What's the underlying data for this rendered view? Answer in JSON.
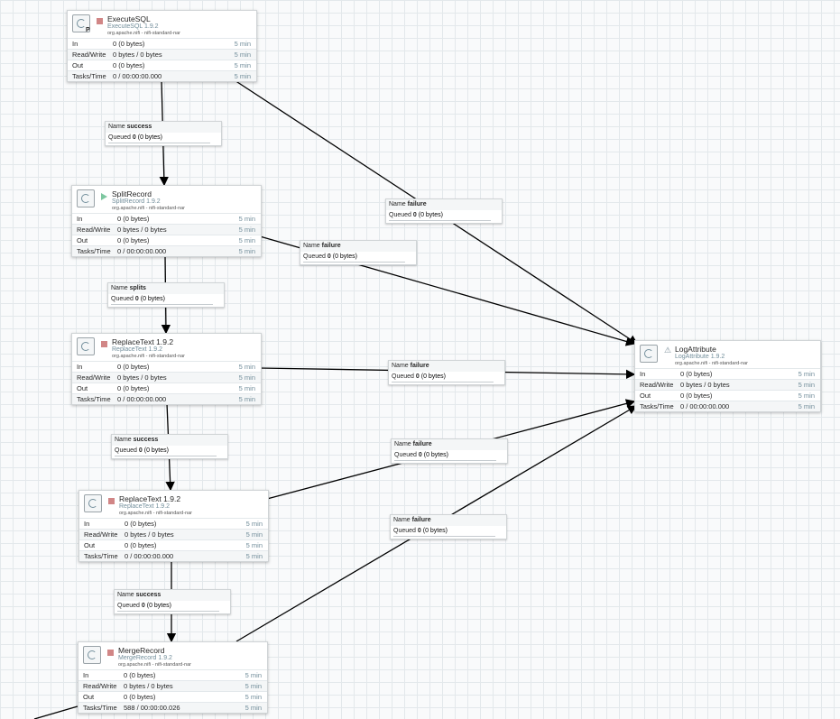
{
  "processors": [
    {
      "id": "executesql",
      "name": "ExecuteSQL",
      "type": "ExecuteSQL 1.9.2",
      "bundle": "org.apache.nifi - nifi-standard-nar",
      "status": "stopped",
      "primary": "P",
      "in": "0 (0 bytes)",
      "rw": "0 bytes / 0 bytes",
      "out": "0 (0 bytes)",
      "tasks": "0 / 00:00:00.000",
      "window": "5 min"
    },
    {
      "id": "splitrecord",
      "name": "SplitRecord",
      "type": "SplitRecord 1.9.2",
      "bundle": "org.apache.nifi - nifi-standard-nar",
      "status": "running",
      "in": "0 (0 bytes)",
      "rw": "0 bytes / 0 bytes",
      "out": "0 (0 bytes)",
      "tasks": "0 / 00:00:00.000",
      "window": "5 min"
    },
    {
      "id": "replacetext-1",
      "name": "ReplaceText 1.9.2",
      "type": "ReplaceText 1.9.2",
      "bundle": "org.apache.nifi - nifi-standard-nar",
      "status": "stopped",
      "in": "0 (0 bytes)",
      "rw": "0 bytes / 0 bytes",
      "out": "0 (0 bytes)",
      "tasks": "0 / 00:00:00.000",
      "window": "5 min"
    },
    {
      "id": "replacetext-2",
      "name": "ReplaceText 1.9.2",
      "type": "ReplaceText 1.9.2",
      "bundle": "org.apache.nifi - nifi-standard-nar",
      "status": "stopped",
      "in": "0 (0 bytes)",
      "rw": "0 bytes / 0 bytes",
      "out": "0 (0 bytes)",
      "tasks": "0 / 00:00:00.000",
      "window": "5 min"
    },
    {
      "id": "mergerecord",
      "name": "MergeRecord",
      "type": "MergeRecord 1.9.2",
      "bundle": "org.apache.nifi - nifi-standard-nar",
      "status": "stopped",
      "in": "0 (0 bytes)",
      "rw": "0 bytes / 0 bytes",
      "out": "0 (0 bytes)",
      "tasks": "588 / 00:00:00.026",
      "window": "5 min"
    },
    {
      "id": "logattribute",
      "name": "LogAttribute",
      "type": "LogAttribute 1.9.2",
      "bundle": "org.apache.nifi - nifi-standard-nar",
      "status": "invalid",
      "in": "0 (0 bytes)",
      "rw": "0 bytes / 0 bytes",
      "out": "0 (0 bytes)",
      "tasks": "0 / 00:00:00.000",
      "window": "5 min"
    }
  ],
  "stat_labels": {
    "in": "In",
    "rw": "Read/Write",
    "out": "Out",
    "tasks": "Tasks/Time"
  },
  "conn_labels": {
    "name": "Name",
    "queued": "Queued"
  },
  "connections": [
    {
      "name": "success",
      "queued": "0",
      "size": "(0 bytes)"
    },
    {
      "name": "failure",
      "queued": "0",
      "size": "(0 bytes)"
    },
    {
      "name": "failure",
      "queued": "0",
      "size": "(0 bytes)"
    },
    {
      "name": "splits",
      "queued": "0",
      "size": "(0 bytes)"
    },
    {
      "name": "failure",
      "queued": "0",
      "size": "(0 bytes)"
    },
    {
      "name": "success",
      "queued": "0",
      "size": "(0 bytes)"
    },
    {
      "name": "failure",
      "queued": "0",
      "size": "(0 bytes)"
    },
    {
      "name": "success",
      "queued": "0",
      "size": "(0 bytes)"
    },
    {
      "name": "failure",
      "queued": "0",
      "size": "(0 bytes)"
    }
  ],
  "colors": {
    "stopped": "#d18686",
    "running": "#7dc7a0",
    "accent": "#728e9b"
  }
}
